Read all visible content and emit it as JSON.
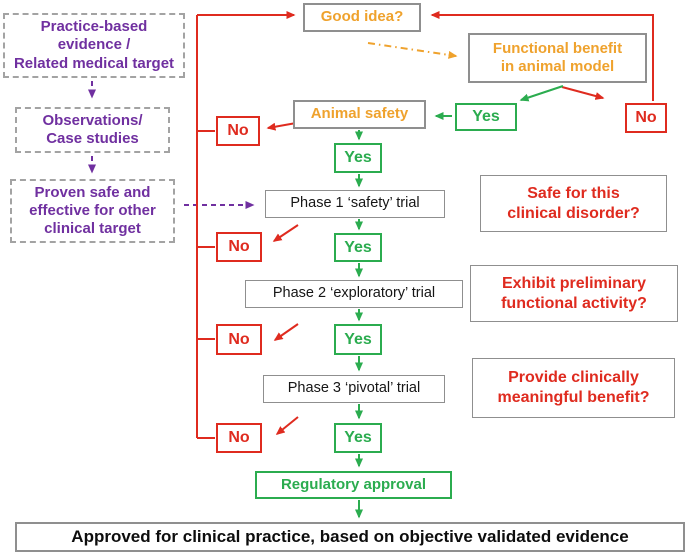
{
  "colors": {
    "purple": "#7030A0",
    "orange": "#EFA22D",
    "green": "#2BAC4F",
    "red": "#DF2B1F",
    "box_border_gray": "#8F8F8F",
    "text_black": "#161616",
    "background": "#FFFFFF"
  },
  "labels": {
    "yes": "Yes",
    "no": "No"
  },
  "nodes": {
    "practice_based": "Practice-based\nevidence /\nRelated medical target",
    "observations": "Observations/\nCase studies",
    "proven_safe": "Proven safe and\neffective for other\nclinical target",
    "good_idea": "Good idea?",
    "functional_benefit": "Functional benefit\nin animal model",
    "animal_safety": "Animal safety",
    "phase1": "Phase 1 ‘safety’ trial",
    "phase2": "Phase 2 ‘exploratory’ trial",
    "phase3": "Phase 3 ‘pivotal’ trial",
    "regulatory_approval": "Regulatory approval",
    "approved": "Approved for clinical practice, based on objective validated evidence"
  },
  "questions": {
    "safe": "Safe for this\nclinical disorder?",
    "exhibit": "Exhibit preliminary\nfunctional activity?",
    "provide": "Provide clinically\nmeaningful benefit?"
  }
}
